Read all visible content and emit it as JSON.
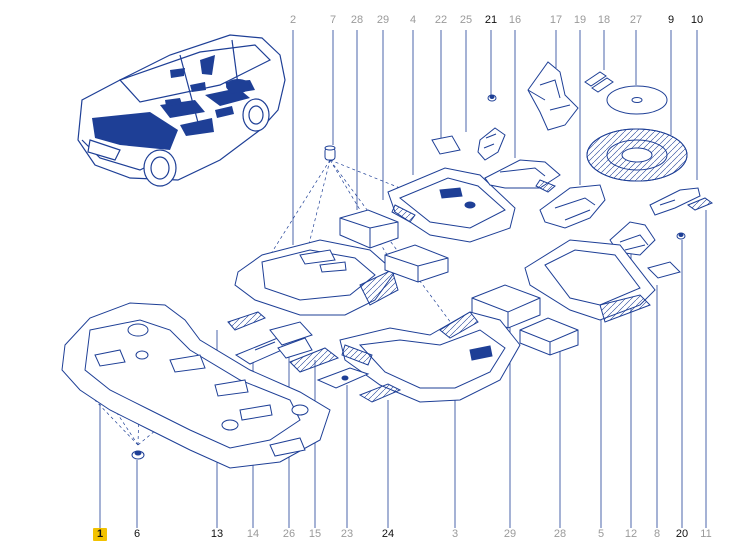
{
  "colors": {
    "line": "#1e3f96",
    "fill": "#ffffff",
    "highlight": "#1e3f96",
    "label_grey": "#9a9a9a",
    "label_dark": "#111111",
    "selected_bg": "#f2c200"
  },
  "labels": {
    "top": [
      "2",
      "7",
      "28",
      "29",
      "4",
      "22",
      "25",
      "21",
      "16",
      "17",
      "19",
      "18",
      "27",
      "9",
      "10"
    ],
    "bottom": [
      "1",
      "6",
      "13",
      "14",
      "26",
      "15",
      "23",
      "24",
      "3",
      "29",
      "28",
      "5",
      "12",
      "8",
      "20",
      "11"
    ]
  },
  "selected_label": "1"
}
